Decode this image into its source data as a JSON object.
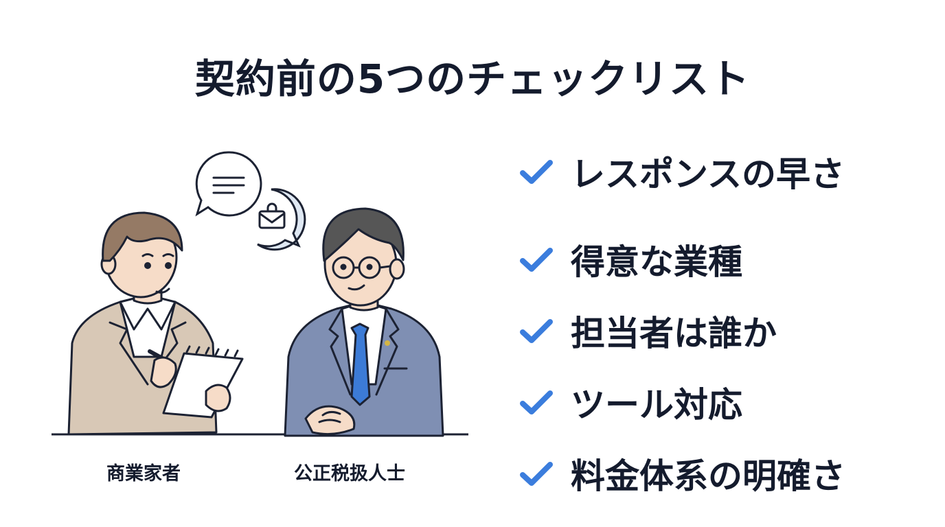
{
  "title": "契約前の5つのチェックリスト",
  "checklist": {
    "icon": "check-icon",
    "accent_color": "#3b7ddd",
    "items": [
      {
        "label": "レスポンスの早さ"
      },
      {
        "label": "得意な業種"
      },
      {
        "label": "担当者は誰か"
      },
      {
        "label": "ツール対応"
      },
      {
        "label": "料金体系の明確さ"
      }
    ]
  },
  "illustration": {
    "speech_bubbles": [
      "text-lines-icon",
      "envelope-icon"
    ],
    "people": [
      {
        "caption": "商業家者",
        "suit_color": "#d8c8b6"
      },
      {
        "caption": "公正税扱人士",
        "suit_color": "#7f8fb3"
      }
    ]
  }
}
